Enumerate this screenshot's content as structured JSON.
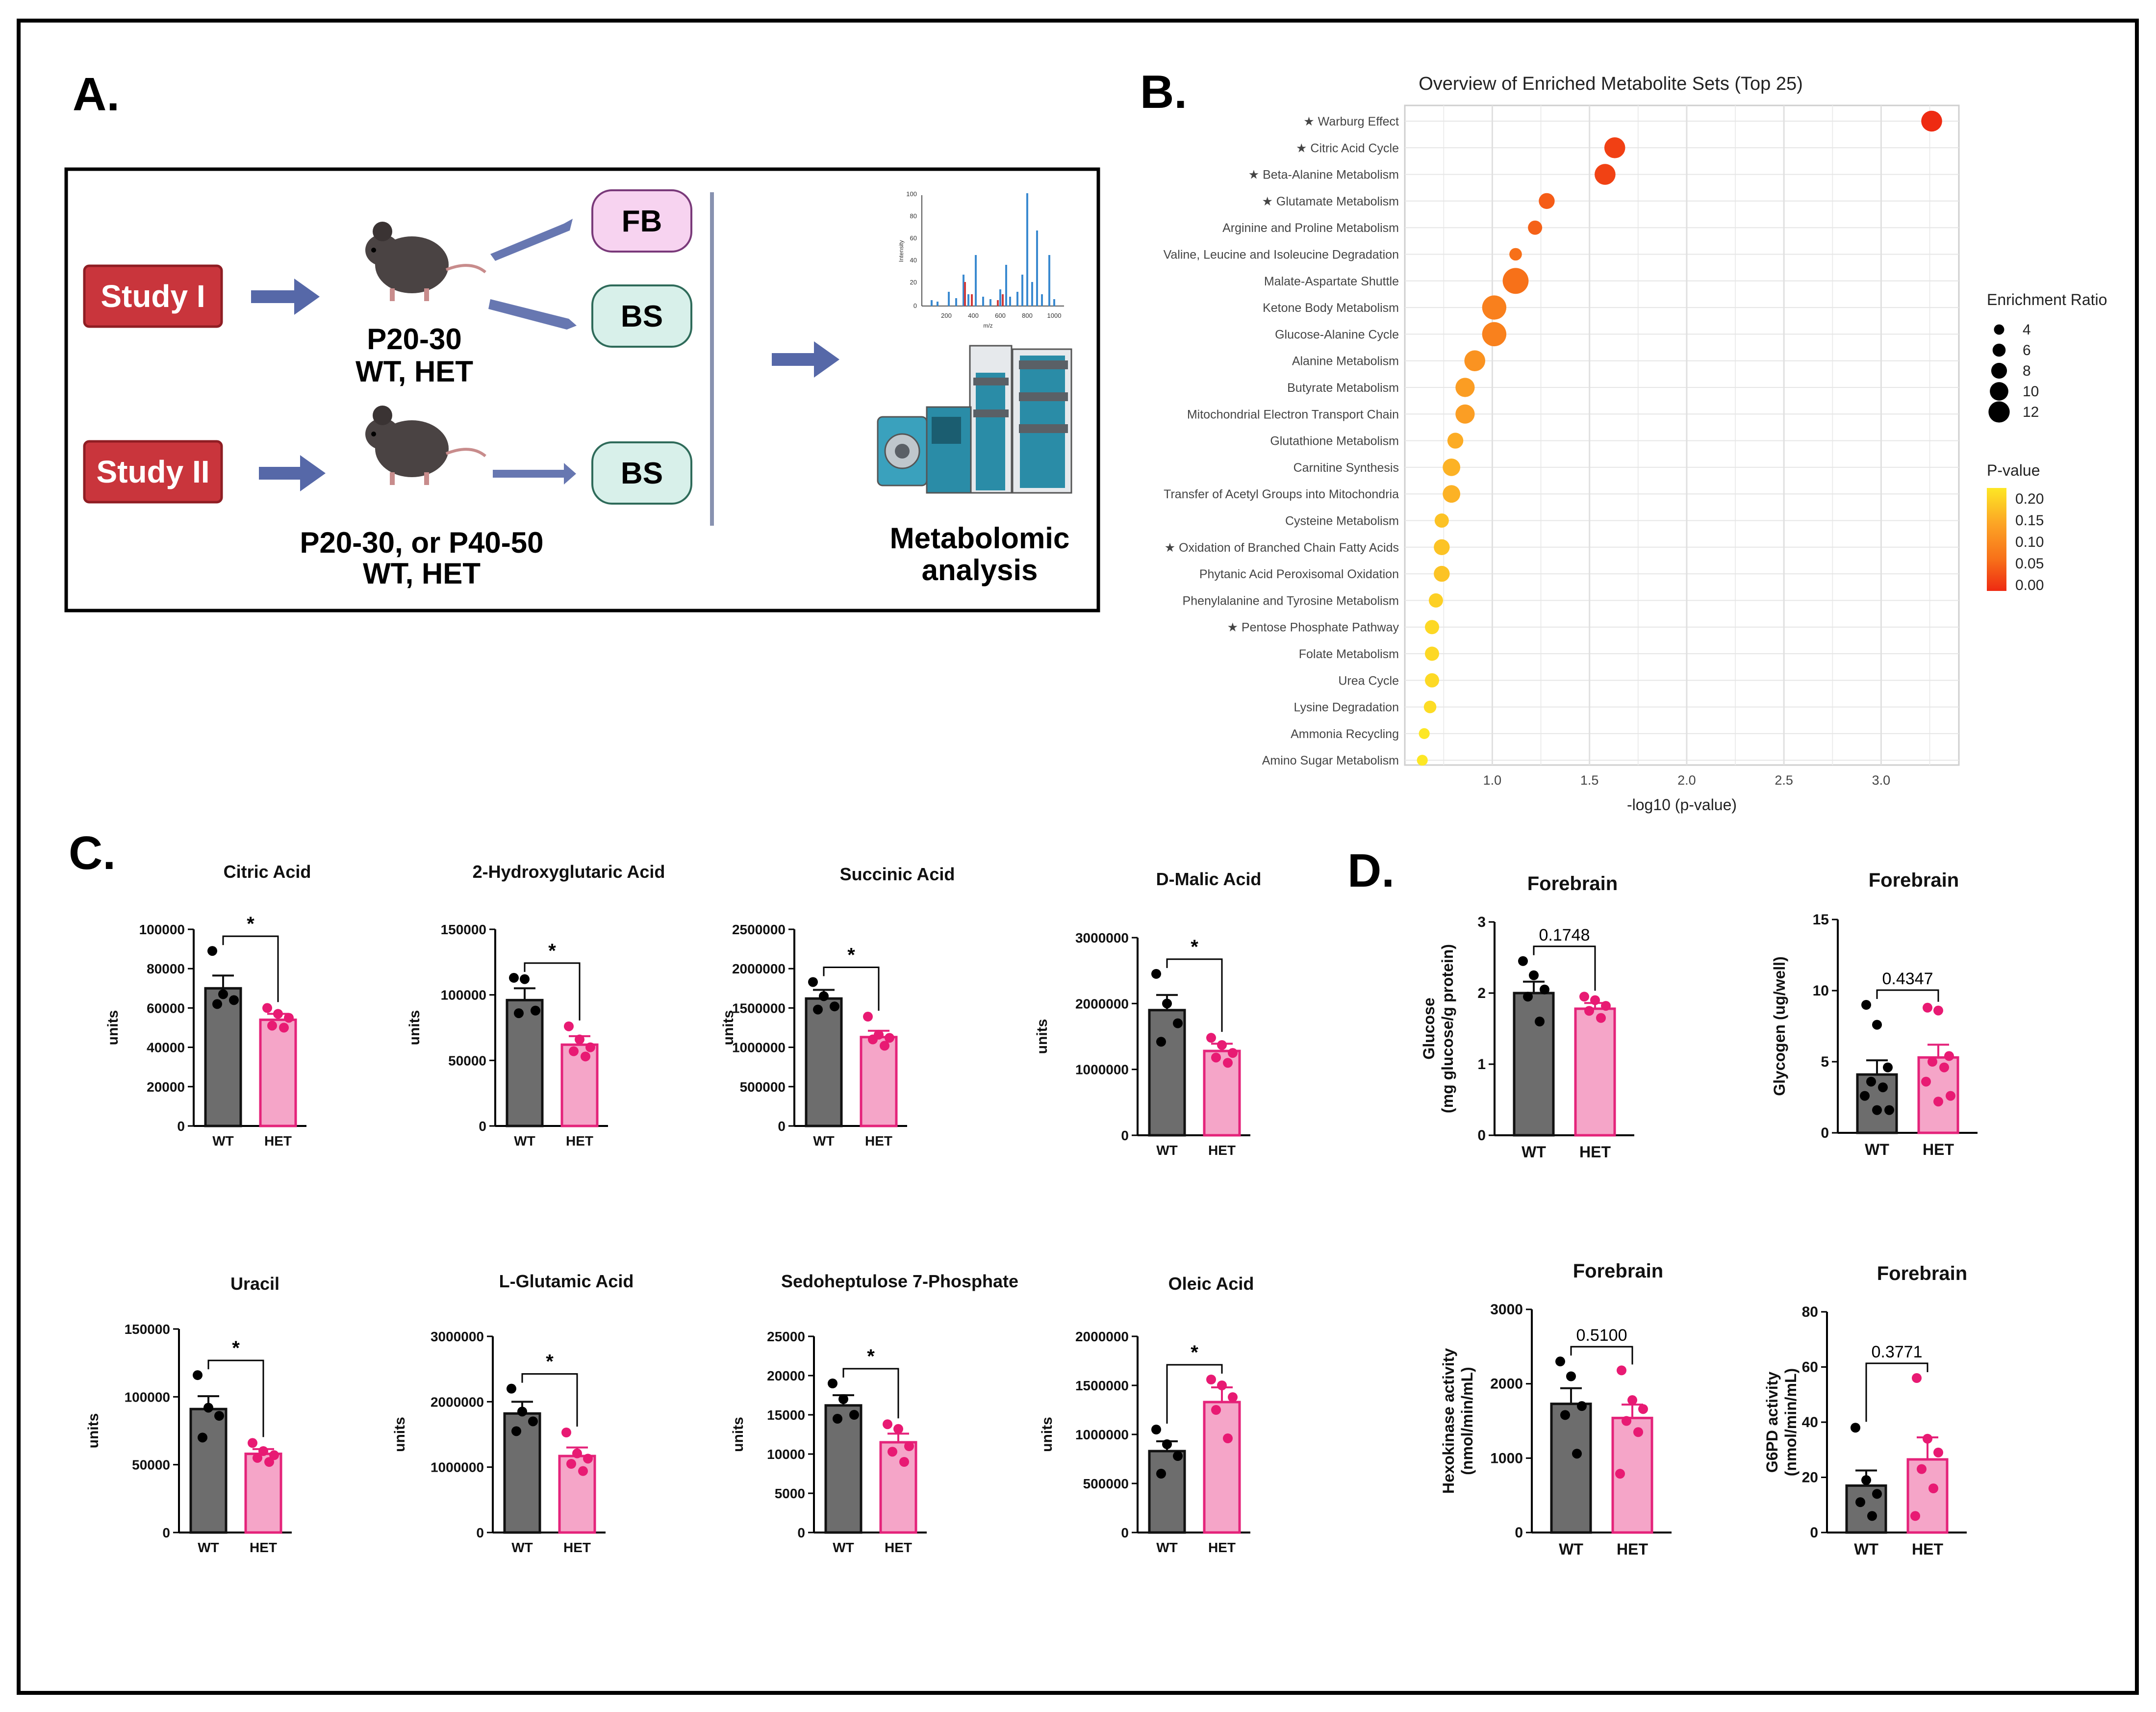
{
  "panel_labels": {
    "a": "A.",
    "b": "B.",
    "c": "C.",
    "d": "D."
  },
  "panel_a": {
    "study1": "Study I",
    "study2": "Study II",
    "study1_group_line1": "P20-30",
    "study1_group_line2": "WT, HET",
    "study2_group_line1": "P20-30, or P40-50",
    "study2_group_line2": "WT, HET",
    "tissue_fb": "FB",
    "tissue_bs": "BS",
    "tissue_bs2": "BS",
    "analysis_line1": "Metabolomic",
    "analysis_line2": "analysis",
    "spectrum": {
      "y_ticks": [
        "100",
        "80",
        "60",
        "40",
        "20",
        "0"
      ],
      "x_ticks": [
        "200",
        "400",
        "600",
        "800",
        "1000"
      ],
      "x_label": "m/z",
      "y_label": "Intensity"
    }
  },
  "colors": {
    "study_red": "#c9353c",
    "fb_pink": "#f7d3f0",
    "bs_teal": "#d8f0ea",
    "arrow_blue": "#5668a8",
    "wt_bar": "#6d6d6d",
    "het_bar": "#f5a5c8",
    "het_edge": "#e4237a",
    "het_dot": "#e81a73"
  },
  "chart_data": [
    {
      "type": "scatter",
      "panel": "B",
      "title": "Overview of Enriched Metabolite Sets (Top 25)",
      "xlabel": "-log10 (p-value)",
      "xlim": [
        0.55,
        3.4
      ],
      "x_ticks": [
        "1.0",
        "1.5",
        "2.0",
        "2.5",
        "3.0"
      ],
      "categories": [
        "Warburg Effect",
        "Citric Acid Cycle",
        "Beta-Alanine Metabolism",
        "Glutamate Metabolism",
        "Arginine and Proline Metabolism",
        "Valine, Leucine and Isoleucine Degradation",
        "Malate-Aspartate Shuttle",
        "Ketone Body Metabolism",
        "Glucose-Alanine Cycle",
        "Alanine Metabolism",
        "Butyrate Metabolism",
        "Mitochondrial Electron Transport Chain",
        "Glutathione Metabolism",
        "Carnitine Synthesis",
        "Transfer of Acetyl Groups into Mitochondria",
        "Cysteine Metabolism",
        "Oxidation of Branched Chain Fatty Acids",
        "Phytanic Acid Peroxisomal Oxidation",
        "Phenylalanine and Tyrosine Metabolism",
        "Pentose Phosphate Pathway",
        "Folate Metabolism",
        "Urea Cycle",
        "Lysine Degradation",
        "Ammonia Recycling",
        "Amino Sugar Metabolism"
      ],
      "starred": [
        true,
        true,
        true,
        true,
        false,
        false,
        false,
        false,
        false,
        false,
        false,
        false,
        false,
        false,
        false,
        false,
        true,
        false,
        false,
        true,
        false,
        false,
        false,
        false,
        false
      ],
      "star_symbol": "★",
      "x": [
        3.26,
        1.63,
        1.58,
        1.28,
        1.22,
        1.12,
        1.12,
        1.01,
        1.01,
        0.91,
        0.86,
        0.86,
        0.81,
        0.79,
        0.79,
        0.74,
        0.74,
        0.74,
        0.71,
        0.69,
        0.69,
        0.69,
        0.68,
        0.65,
        0.64
      ],
      "enrichment_ratio": [
        9,
        9,
        9,
        6,
        5,
        4,
        12,
        11,
        11,
        9,
        8,
        8,
        6,
        7,
        7,
        5,
        6,
        6,
        5,
        5,
        5,
        5,
        4,
        3,
        3
      ],
      "p_value": [
        0.0006,
        0.023,
        0.026,
        0.053,
        0.06,
        0.075,
        0.076,
        0.097,
        0.098,
        0.123,
        0.137,
        0.138,
        0.155,
        0.162,
        0.162,
        0.18,
        0.181,
        0.181,
        0.195,
        0.204,
        0.204,
        0.205,
        0.208,
        0.222,
        0.229
      ],
      "size_legend": {
        "title": "Enrichment Ratio",
        "values": [
          4,
          6,
          8,
          10,
          12
        ],
        "labels": [
          "4",
          "6",
          "8",
          "10",
          "12"
        ]
      },
      "color_legend": {
        "title": "P-value",
        "labels": [
          "0.20",
          "0.15",
          "0.10",
          "0.05",
          "0.00"
        ],
        "scale": [
          "#fde725",
          "#fca425",
          "#f76f19",
          "#ee2a12"
        ]
      },
      "grid": true
    },
    {
      "type": "bar",
      "panel": "C",
      "title": "Citric Acid",
      "ylabel": "units",
      "categories": [
        "WT",
        "HET"
      ],
      "ylim": [
        0,
        100000
      ],
      "y_ticks": [
        "100000",
        "80000",
        "60000",
        "40000",
        "20000",
        "0"
      ],
      "values": [
        70000,
        54000
      ],
      "sem": [
        6500,
        3000
      ],
      "points": [
        [
          89000,
          67000,
          64000,
          62000
        ],
        [
          60000,
          57000,
          55000,
          51000,
          50000
        ]
      ],
      "bracket_label": "*"
    },
    {
      "type": "bar",
      "panel": "C",
      "title": "2-Hydroxyglutaric Acid",
      "ylabel": "units",
      "categories": [
        "WT",
        "HET"
      ],
      "ylim": [
        0,
        150000
      ],
      "y_ticks": [
        "150000",
        "100000",
        "50000",
        "0"
      ],
      "values": [
        96000,
        62000
      ],
      "sem": [
        9000,
        6500
      ],
      "points": [
        [
          113000,
          112000,
          88000,
          86000
        ],
        [
          76000,
          66000,
          60000,
          57000,
          53000
        ]
      ],
      "bracket_label": "*"
    },
    {
      "type": "bar",
      "panel": "C",
      "title": "Succinic Acid",
      "ylabel": "units",
      "categories": [
        "WT",
        "HET"
      ],
      "ylim": [
        0,
        2500000
      ],
      "y_ticks": [
        "2500000",
        "2000000",
        "1500000",
        "1000000",
        "500000",
        "0"
      ],
      "values": [
        1620000,
        1130000
      ],
      "sem": [
        110000,
        80000
      ],
      "points": [
        [
          1830000,
          1650000,
          1520000,
          1480000
        ],
        [
          1390000,
          1160000,
          1120000,
          1100000,
          1020000
        ]
      ],
      "bracket_label": "*"
    },
    {
      "type": "bar",
      "panel": "C",
      "title": "D-Malic Acid",
      "ylabel": "units",
      "categories": [
        "WT",
        "HET"
      ],
      "ylim": [
        0,
        3000000
      ],
      "y_ticks": [
        "3000000",
        "2000000",
        "1000000",
        "0"
      ],
      "values": [
        1900000,
        1280000
      ],
      "sem": [
        230000,
        110000
      ],
      "points": [
        [
          2450000,
          2000000,
          1700000,
          1420000
        ],
        [
          1480000,
          1370000,
          1250000,
          1180000,
          1100000
        ]
      ],
      "bracket_label": "*"
    },
    {
      "type": "bar",
      "panel": "C",
      "title": "Uracil",
      "ylabel": "units",
      "categories": [
        "WT",
        "HET"
      ],
      "ylim": [
        0,
        150000
      ],
      "y_ticks": [
        "150000",
        "100000",
        "50000",
        "0"
      ],
      "values": [
        91000,
        58000
      ],
      "sem": [
        9500,
        3500
      ],
      "points": [
        [
          116000,
          92000,
          86000,
          70000
        ],
        [
          66000,
          60000,
          57000,
          55000,
          52000
        ]
      ],
      "bracket_label": "*"
    },
    {
      "type": "bar",
      "panel": "C",
      "title": "L-Glutamic Acid",
      "ylabel": "units",
      "categories": [
        "WT",
        "HET"
      ],
      "ylim": [
        0,
        3000000
      ],
      "y_ticks": [
        "3000000",
        "2000000",
        "1000000",
        "0"
      ],
      "values": [
        1820000,
        1170000
      ],
      "sem": [
        180000,
        130000
      ],
      "points": [
        [
          2200000,
          1850000,
          1700000,
          1550000
        ],
        [
          1530000,
          1210000,
          1130000,
          1050000,
          940000
        ]
      ],
      "bracket_label": "*"
    },
    {
      "type": "bar",
      "panel": "C",
      "title": "Sedoheptulose 7-Phosphate",
      "ylabel": "units",
      "categories": [
        "WT",
        "HET"
      ],
      "ylim": [
        0,
        25000
      ],
      "y_ticks": [
        "25000",
        "20000",
        "15000",
        "10000",
        "5000",
        "0"
      ],
      "values": [
        16200,
        11500
      ],
      "sem": [
        1300,
        1100
      ],
      "points": [
        [
          19000,
          17000,
          15000,
          14500
        ],
        [
          13800,
          13200,
          11000,
          10300,
          9000
        ]
      ],
      "bracket_label": "*"
    },
    {
      "type": "bar",
      "panel": "C",
      "title": "Oleic Acid",
      "ylabel": "units",
      "categories": [
        "WT",
        "HET"
      ],
      "ylim": [
        0,
        2000000
      ],
      "y_ticks": [
        "2000000",
        "1500000",
        "1000000",
        "500000",
        "0"
      ],
      "values": [
        830000,
        1330000
      ],
      "sem": [
        100000,
        150000
      ],
      "points": [
        [
          1050000,
          900000,
          780000,
          600000
        ],
        [
          1560000,
          1500000,
          1380000,
          1250000,
          960000
        ]
      ],
      "bracket_label": "*"
    },
    {
      "type": "bar",
      "panel": "D",
      "title": "Forebrain",
      "ylabel": "Glucose\n(mg glucose/g protein)",
      "categories": [
        "WT",
        "HET"
      ],
      "ylim": [
        0,
        3
      ],
      "y_ticks": [
        "3",
        "2",
        "1",
        "0"
      ],
      "values": [
        2.0,
        1.78
      ],
      "sem": [
        0.16,
        0.08
      ],
      "points": [
        [
          2.45,
          2.25,
          2.05,
          1.95,
          1.6
        ],
        [
          1.95,
          1.9,
          1.82,
          1.75,
          1.65
        ]
      ],
      "bracket_label": "0.1748"
    },
    {
      "type": "bar",
      "panel": "D",
      "title": "Forebrain",
      "ylabel": "Glycogen (ug/well)",
      "categories": [
        "WT",
        "HET"
      ],
      "ylim": [
        0,
        15
      ],
      "y_ticks": [
        "15",
        "10",
        "5",
        "0"
      ],
      "values": [
        4.1,
        5.3
      ],
      "sem": [
        1.0,
        0.9
      ],
      "points": [
        [
          9.0,
          7.6,
          4.6,
          3.6,
          3.2,
          2.6,
          1.6,
          1.6
        ],
        [
          8.8,
          8.6,
          5.4,
          5.0,
          4.6,
          3.6,
          2.6,
          2.2
        ]
      ],
      "bracket_label": "0.4347"
    },
    {
      "type": "bar",
      "panel": "D",
      "title": "Forebrain",
      "ylabel": "Hexokinase activity\n(nmol/min/mL)",
      "categories": [
        "WT",
        "HET"
      ],
      "ylim": [
        0,
        3000
      ],
      "y_ticks": [
        "3000",
        "2000",
        "1000",
        "0"
      ],
      "values": [
        1730,
        1540
      ],
      "sem": [
        210,
        180
      ],
      "points": [
        [
          2300,
          2100,
          1700,
          1580,
          1060
        ],
        [
          2180,
          1780,
          1660,
          1500,
          1350,
          790
        ]
      ],
      "bracket_label": "0.5100"
    },
    {
      "type": "bar",
      "panel": "D",
      "title": "Forebrain",
      "ylabel": "G6PD activity\n(nmol/min/mL)",
      "categories": [
        "WT",
        "HET"
      ],
      "ylim": [
        0,
        80
      ],
      "y_ticks": [
        "80",
        "60",
        "40",
        "20",
        "0"
      ],
      "values": [
        17,
        26.5
      ],
      "sem": [
        5.5,
        8.0
      ],
      "points": [
        [
          38,
          19,
          14,
          11,
          6
        ],
        [
          56,
          34,
          29,
          23,
          16,
          6
        ]
      ],
      "bracket_label": "0.3771"
    }
  ]
}
